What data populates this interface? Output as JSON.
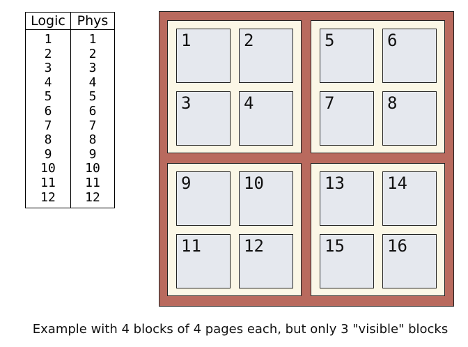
{
  "table": {
    "headers": [
      "Logic",
      "Phys"
    ],
    "rows": [
      [
        "1",
        "1"
      ],
      [
        "2",
        "2"
      ],
      [
        "3",
        "3"
      ],
      [
        "4",
        "4"
      ],
      [
        "5",
        "5"
      ],
      [
        "6",
        "6"
      ],
      [
        "7",
        "7"
      ],
      [
        "8",
        "8"
      ],
      [
        "9",
        "9"
      ],
      [
        "10",
        "10"
      ],
      [
        "11",
        "11"
      ],
      [
        "12",
        "12"
      ]
    ]
  },
  "blocks": [
    {
      "pages": [
        "1",
        "2",
        "3",
        "4"
      ]
    },
    {
      "pages": [
        "5",
        "6",
        "7",
        "8"
      ]
    },
    {
      "pages": [
        "9",
        "10",
        "11",
        "12"
      ]
    },
    {
      "pages": [
        "13",
        "14",
        "15",
        "16"
      ]
    }
  ],
  "caption": "Example with 4 blocks of 4 pages each, but only 3 \"visible\" blocks",
  "colors": {
    "memory_background": "#b96a5e",
    "block_background": "#fbf7e6",
    "page_background": "#e5e8ee"
  }
}
